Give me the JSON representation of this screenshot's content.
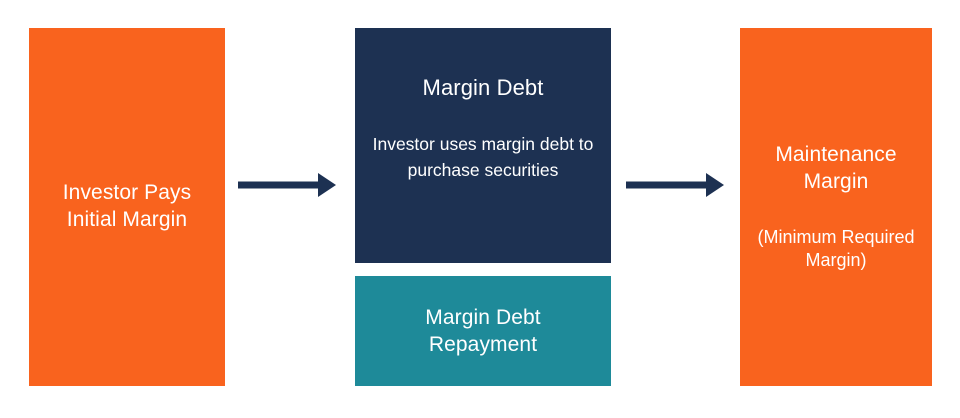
{
  "diagram": {
    "type": "flow",
    "background": "#ffffff",
    "colors": {
      "orange": "#f9631e",
      "navy": "#1d3152",
      "teal": "#1e8a99",
      "arrow": "#1d3152",
      "text_on_fill": "#ffffff"
    },
    "nodes": [
      {
        "id": "investor-initial-margin",
        "title": "Investor Pays\nInitial Margin",
        "title_line1": "Investor Pays",
        "title_line2": "Initial Margin",
        "body": "",
        "fill": "#f9631e"
      },
      {
        "id": "margin-debt",
        "title": "Margin Debt",
        "body": "Investor uses margin debt to purchase securities",
        "fill": "#1d3152"
      },
      {
        "id": "margin-debt-repayment",
        "title": "Margin Debt\nRepayment",
        "title_line1": "Margin Debt",
        "title_line2": "Repayment",
        "body": "",
        "fill": "#1e8a99"
      },
      {
        "id": "maintenance-margin",
        "title": "Maintenance\nMargin",
        "title_line1": "Maintenance",
        "title_line2": "Margin",
        "body": "(Minimum Required Margin)",
        "fill": "#f9631e"
      }
    ],
    "arrows": [
      {
        "id": "initial-to-debt",
        "from": "investor-initial-margin",
        "to": "margin-debt",
        "direction": "right",
        "color": "#1d3152"
      },
      {
        "id": "debt-to-maintenance",
        "from": "margin-debt",
        "to": "maintenance-margin",
        "direction": "right",
        "color": "#1d3152"
      }
    ]
  }
}
